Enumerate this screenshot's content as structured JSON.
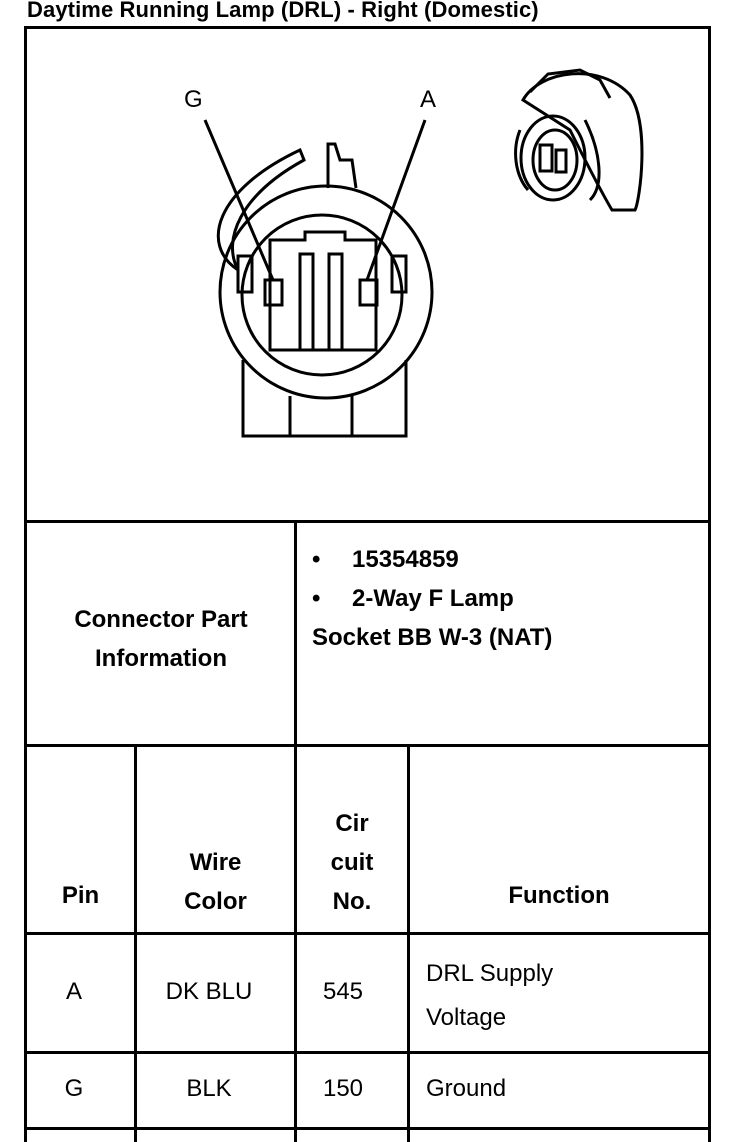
{
  "title": "Daytime Running Lamp (DRL) - Right (Domestic)",
  "diagram": {
    "pin_label_left": "G",
    "pin_label_right": "A"
  },
  "connector_info": {
    "label_line1": "Connector Part",
    "label_line2": "Information",
    "bullets": [
      "15354859",
      "2-Way F Lamp"
    ],
    "continuation": "Socket BB W-3 (NAT)"
  },
  "table": {
    "headers": {
      "pin": "Pin",
      "wire_line1": "Wire",
      "wire_line2": "Color",
      "circuit_line1": "Cir",
      "circuit_line2": "cuit",
      "circuit_line3": "No.",
      "function": "Function"
    },
    "rows": [
      {
        "pin": "A",
        "wire_color": "DK BLU",
        "circuit": "545",
        "function_line1": "DRL Supply",
        "function_line2": "Voltage"
      },
      {
        "pin": "G",
        "wire_color": "BLK",
        "circuit": "150",
        "function_line1": "Ground",
        "function_line2": ""
      }
    ]
  }
}
